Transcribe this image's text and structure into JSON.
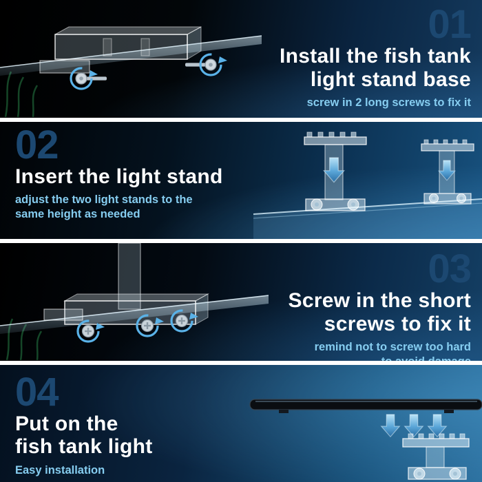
{
  "steps": [
    {
      "number": "01",
      "title": "Install the fish tank\nlight stand base",
      "subtitle": "screw in 2 long screws to fix it"
    },
    {
      "number": "02",
      "title": "Insert the light stand",
      "subtitle": "adjust the two light stands to the\nsame height as needed"
    },
    {
      "number": "03",
      "title": "Screw in the short\nscrews to fix it",
      "subtitle": "remind not to screw too hard\nto avoid damage"
    },
    {
      "number": "04",
      "title": "Put on the\nfish tank light",
      "subtitle": "Easy installation"
    }
  ],
  "colors": {
    "title_text": "#ffffff",
    "subtitle_text": "#86cdf0",
    "step_number": "#1c4871",
    "arrow_blue": "#5aa6d8",
    "rotate_arrow_blue": "#5ab2e8",
    "background_dark": "#02060a",
    "background_blue": "#1a4a74",
    "divider": "#ffffff"
  },
  "icons": {
    "down_arrow": "down-arrow-icon",
    "rotate_arrow": "rotate-arrow-icon",
    "screw": "screw-icon"
  }
}
